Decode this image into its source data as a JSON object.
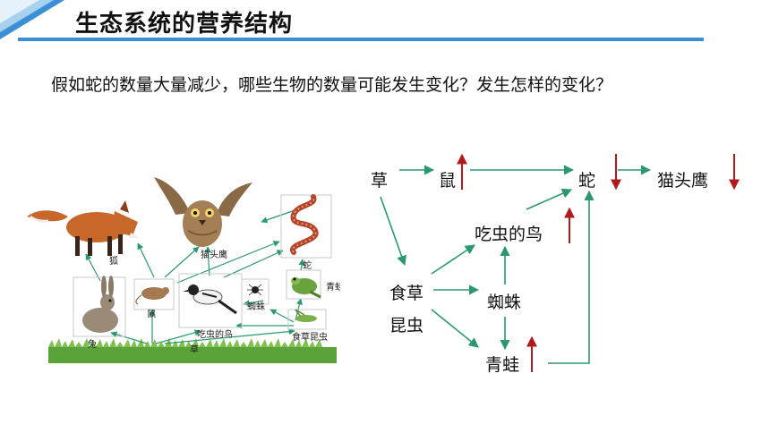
{
  "header": {
    "title": "生态系统的营养结构"
  },
  "question": "假如蛇的数量大量减少，哪些生物的数量可能发生变化？发生怎样的变化？",
  "illustration": {
    "labels": {
      "fox": "狐",
      "owl": "猫头鹰",
      "snake": "蛇",
      "frog": "青蛙",
      "rabbit": "兔",
      "mouse": "鼠",
      "spider": "蜘蛛",
      "bird": "吃虫的鸟",
      "insect": "食草昆虫",
      "grass": "草"
    }
  },
  "food_web": {
    "nodes": {
      "grass": "草",
      "mouse": "鼠",
      "snake": "蛇",
      "owl": "猫头鹰",
      "bird": "吃虫的鸟",
      "insect_line1": "食草",
      "insect_line2": "昆虫",
      "spider": "蜘蛛",
      "frog": "青蛙"
    },
    "changes": {
      "mouse": "up",
      "snake": "down",
      "owl": "down",
      "bird": "up",
      "frog": "up"
    },
    "colors": {
      "arrow": "#2a9a6e",
      "change": "#b3191b",
      "rule": "#3b8fd6"
    }
  }
}
